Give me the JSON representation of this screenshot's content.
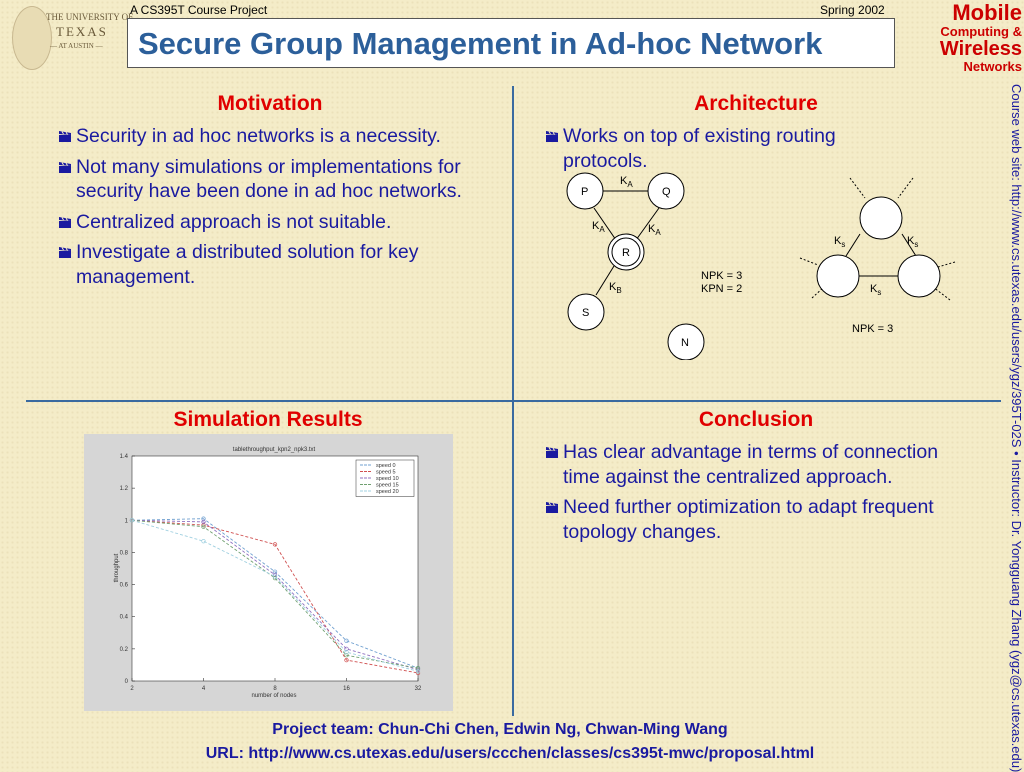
{
  "header": {
    "logo": {
      "line1": "THE UNIVERSITY OF",
      "line2": "TEXAS",
      "line3": "— AT AUSTIN —"
    },
    "course": "A CS395T Course Project",
    "date": "Spring 2002",
    "title": "Secure Group Management in Ad-hoc Network",
    "brand": {
      "line1": "Mobile",
      "line2": "Computing &",
      "line3": "Wireless",
      "line4": "Networks"
    }
  },
  "motivation": {
    "title": "Motivation",
    "bullets": [
      "Security in ad hoc networks is a necessity.",
      "Not many simulations or implementations for security have been done in ad hoc networks.",
      "Centralized approach is not suitable.",
      "Investigate a distributed solution for key management."
    ]
  },
  "architecture": {
    "title": "Architecture",
    "bullets": [
      "Works on top of existing routing protocols."
    ],
    "left_diagram": {
      "nodes": [
        "P",
        "Q",
        "R",
        "S",
        "N"
      ],
      "edge_labels": {
        "pq_main": "K",
        "pq_sub": "A",
        "pr_main": "K",
        "pr_sub": "A",
        "qr_main": "K",
        "qr_sub": "A",
        "rs_main": "K",
        "rs_sub": "B"
      },
      "npk": "NPK = 3",
      "kpn": "KPN = 2"
    },
    "right_diagram": {
      "edge_labels": {
        "left_main": "K",
        "left_sub": "s",
        "right_main": "K",
        "right_sub": "s",
        "bottom_main": "K",
        "bottom_sub": "s"
      },
      "npk": "NPK = 3"
    }
  },
  "simulation": {
    "title": "Simulation Results"
  },
  "conclusion": {
    "title": "Conclusion",
    "bullets": [
      "Has clear advantage in terms of connection time against the centralized approach.",
      "Need further optimization to adapt frequent topology changes."
    ]
  },
  "side_text": "Course web site: http://www.cs.utexas.edu/users/ygz/395T-02S • Instructor: Dr. Yongguang Zhang (ygz@cs.utexas.edu)",
  "footer": {
    "team": "Project team: Chun-Chi Chen, Edwin Ng, Chwan-Ming Wang",
    "url": "URL: http://www.cs.utexas.edu/users/ccchen/classes/cs395t-mwc/proposal.html"
  },
  "colors": {
    "background": "#f4ecc8",
    "title": "#2c5f9a",
    "section_title": "#e00000",
    "body_text": "#1a1aa0",
    "brand": "#cc0000"
  },
  "chart_data": {
    "type": "line",
    "title": "tablethroughput_kpn2_npk3.txt",
    "xlabel": "number of nodes",
    "ylabel": "throughput",
    "x": [
      2,
      4,
      8,
      16,
      32
    ],
    "xscale": "log2",
    "xticks": [
      "2",
      "4",
      "8",
      "16",
      "32"
    ],
    "yticks": [
      "0",
      "0.2",
      "0.4",
      "0.6",
      "0.8",
      "1",
      "1.2",
      "1.4"
    ],
    "ylim": [
      0,
      1.4
    ],
    "grid": false,
    "legend": "top-right",
    "series": [
      {
        "name": "speed 0",
        "color": "#70a0d0",
        "marker": "square",
        "values": [
          1.0,
          1.01,
          0.68,
          0.25,
          0.08
        ]
      },
      {
        "name": "speed 5",
        "color": "#d05050",
        "marker": "star",
        "values": [
          1.0,
          0.97,
          0.85,
          0.13,
          0.05
        ]
      },
      {
        "name": "speed 10",
        "color": "#9070c0",
        "marker": "circle",
        "values": [
          1.0,
          0.99,
          0.66,
          0.2,
          0.07
        ]
      },
      {
        "name": "speed 15",
        "color": "#70a070",
        "marker": "x",
        "values": [
          1.0,
          0.96,
          0.64,
          0.16,
          0.08
        ]
      },
      {
        "name": "speed 20",
        "color": "#a0d0e0",
        "marker": "diamond",
        "values": [
          1.0,
          0.87,
          0.65,
          0.18,
          0.06
        ]
      }
    ]
  }
}
